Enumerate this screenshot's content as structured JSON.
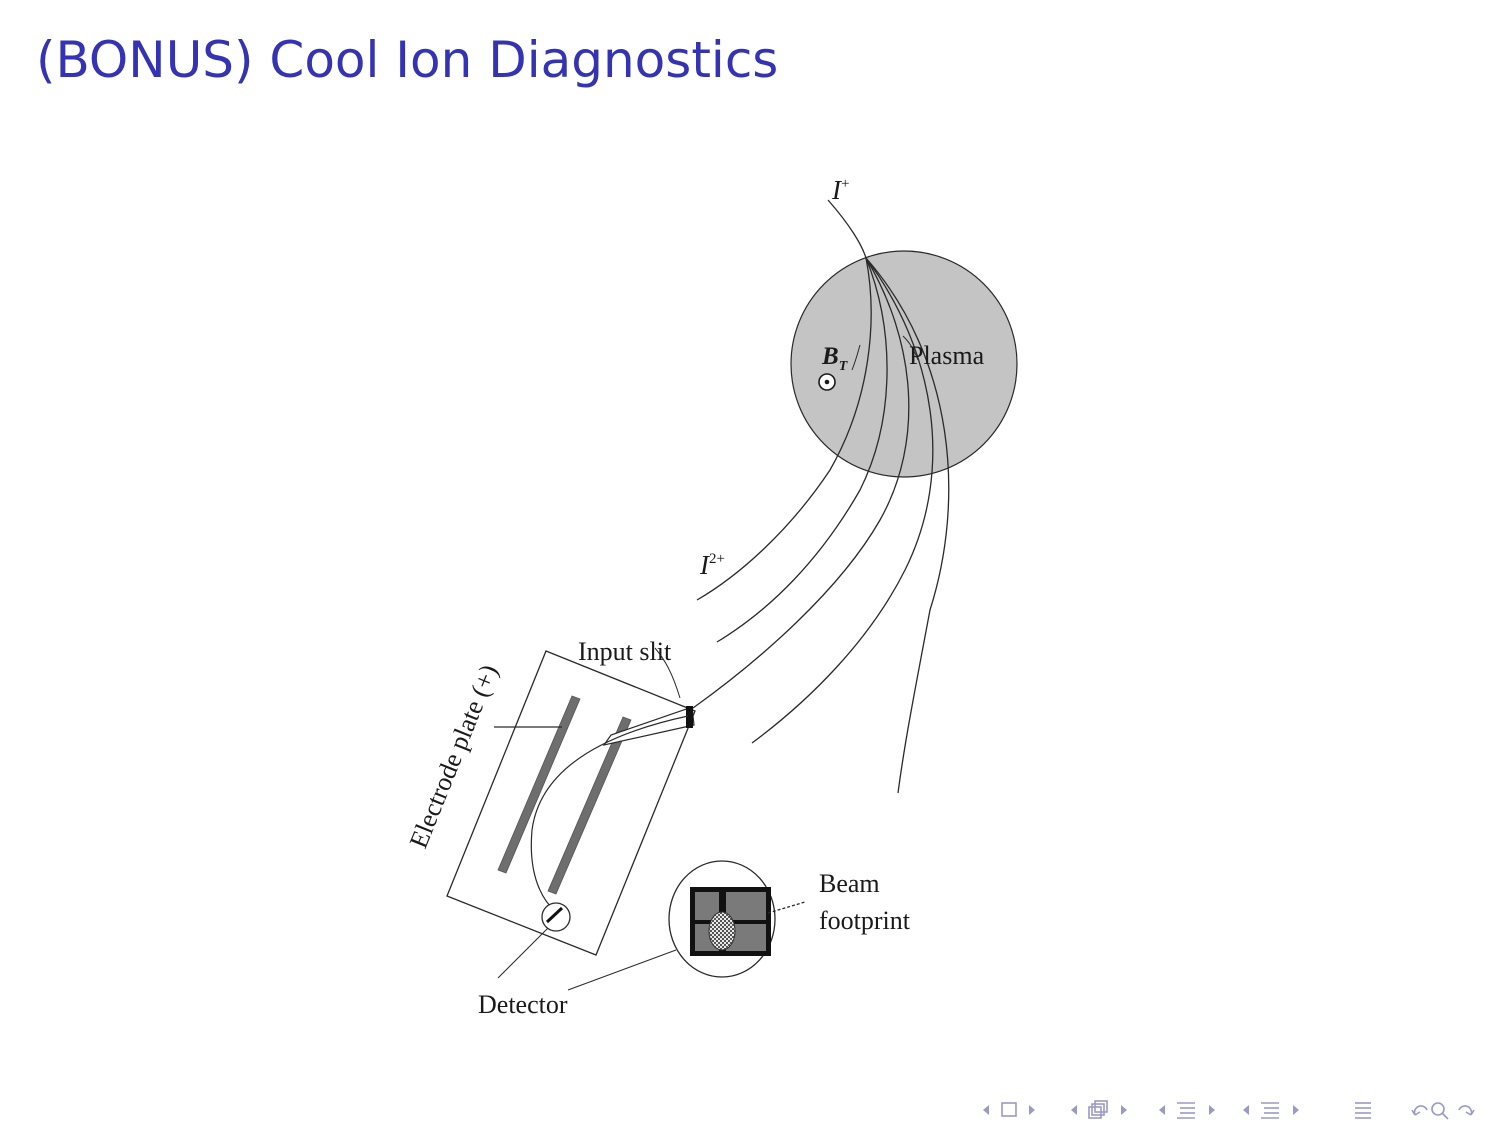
{
  "slide": {
    "title": "(BONUS) Cool Ion Diagnostics"
  },
  "diagram": {
    "labels": {
      "ion_single": "I",
      "ion_single_charge": "+",
      "ion_double": "I",
      "ion_double_charge": "2+",
      "field": "B",
      "field_sub": "T",
      "plasma": "Plasma",
      "input_slit": "Input slit",
      "electrode_plate": "Electrode plate (+)",
      "beam_line1": "Beam",
      "beam_line2": "footprint",
      "detector": "Detector"
    },
    "colors": {
      "plasma_fill": "#c4c4c4",
      "line": "#2a2a2a",
      "plate_fill": "#6e6e6e"
    }
  },
  "nav": {
    "color": "#9a9ac8",
    "icons": [
      "frame-prev-icon",
      "frame-icon",
      "frame-next-icon",
      "subsection-prev-icon",
      "subsection-icon",
      "subsection-next-icon",
      "section-prev-icon",
      "section-icon",
      "section-next-icon",
      "slide-prev-icon",
      "slide-icon",
      "slide-next-icon",
      "document-icon",
      "undo-icon",
      "search-icon",
      "redo-icon"
    ]
  }
}
